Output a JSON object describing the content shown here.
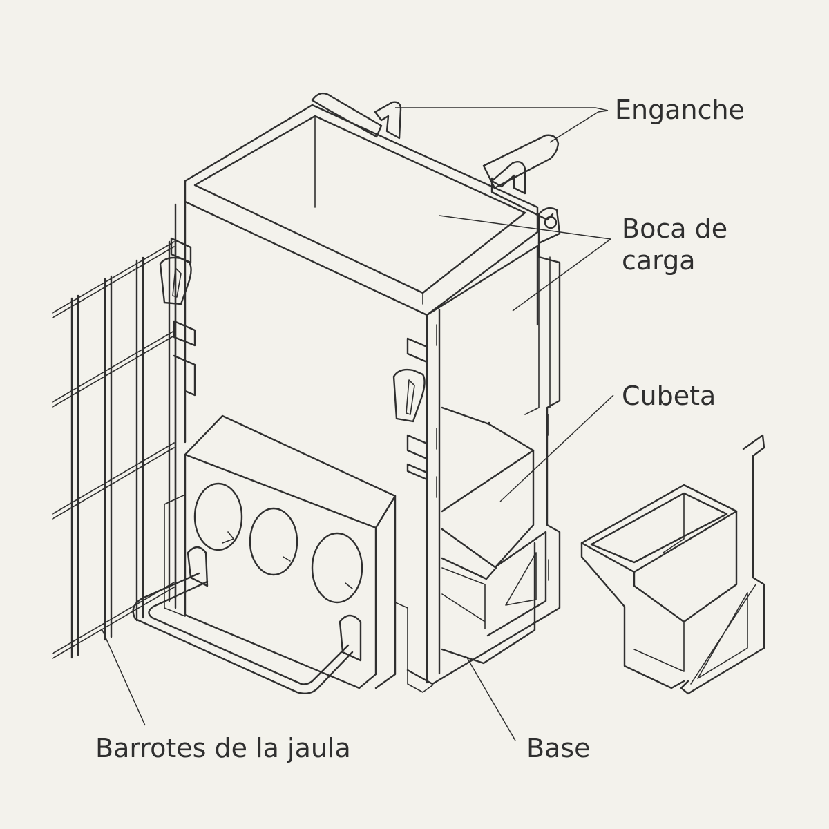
{
  "colors": {
    "background": "#f3f2ec",
    "ink": "#2f2f2f"
  },
  "labels": {
    "enganche": "Enganche",
    "boca_line1": "Boca de",
    "boca_line2": "carga",
    "cubeta": "Cubeta",
    "barrotes": "Barrotes de la jaula",
    "base": "Base"
  }
}
